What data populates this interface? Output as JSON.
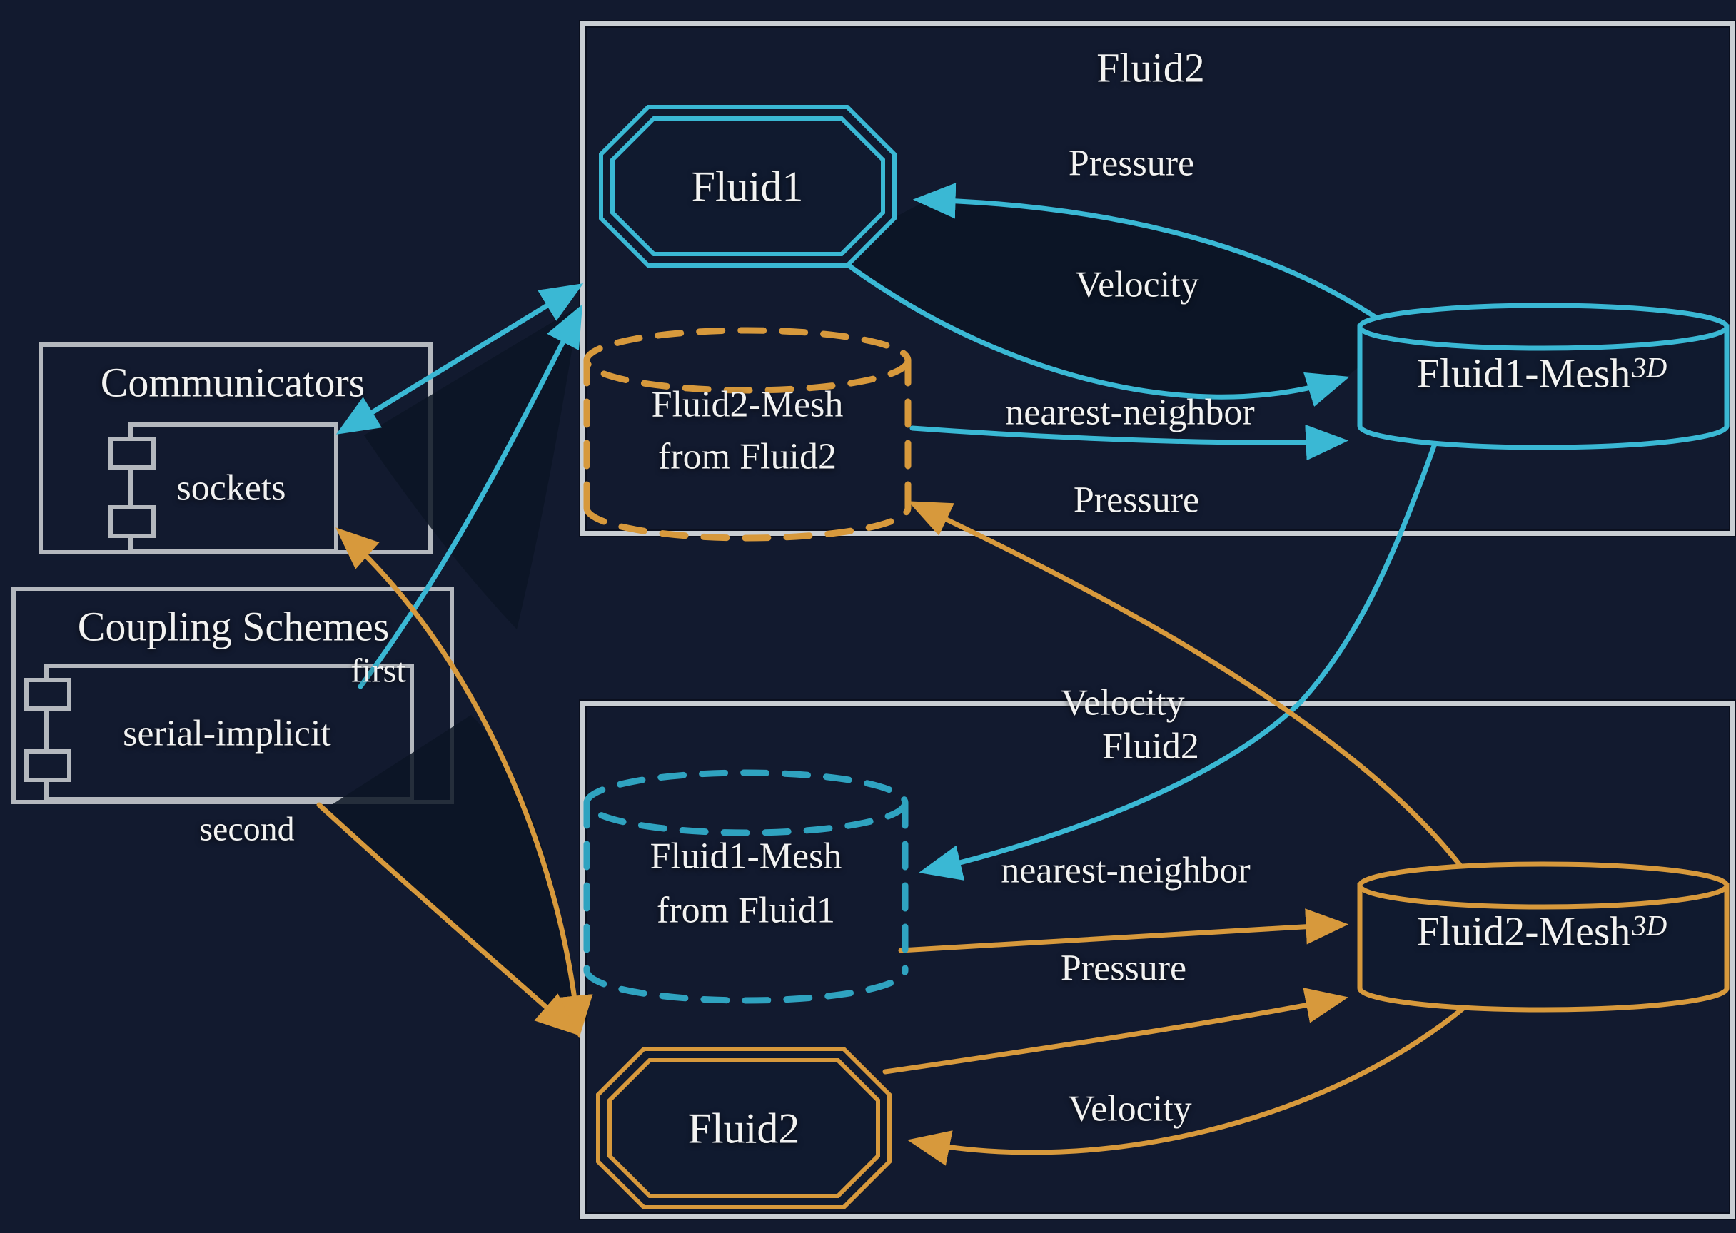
{
  "colors": {
    "background": "#121a2f",
    "cyan_accent": "#3ab8d4",
    "orange_accent": "#d7993c",
    "dashed_cyan": "#2fa3c0",
    "participant_box_border": "#c9ced3",
    "group_box_border": "#b4b8be",
    "text": "#f2f2f1"
  },
  "top_participant": {
    "title": "Fluid2",
    "solver": "Fluid1",
    "provided_mesh": "Fluid1-Mesh",
    "mesh_superscript": "3D",
    "received_mesh_line1": "Fluid2-Mesh",
    "received_mesh_line2": "from Fluid2",
    "label_pressure": "Pressure",
    "label_velocity": "Velocity",
    "label_mapping": "nearest-neighbor",
    "label_pressure_received": "Pressure"
  },
  "bottom_participant": {
    "title": "Fluid2",
    "solver": "Fluid2",
    "provided_mesh": "Fluid2-Mesh",
    "mesh_superscript": "3D",
    "received_mesh_line1": "Fluid1-Mesh",
    "received_mesh_line2": "from Fluid1",
    "label_velocity_in": "Velocity",
    "label_mapping": "nearest-neighbor",
    "label_pressure": "Pressure",
    "label_velocity_received": "Velocity"
  },
  "communicators": {
    "title": "Communicators",
    "type": "sockets"
  },
  "coupling_schemes": {
    "title": "Coupling Schemes",
    "scheme": "serial-implicit",
    "order_first": "first",
    "order_second": "second"
  }
}
